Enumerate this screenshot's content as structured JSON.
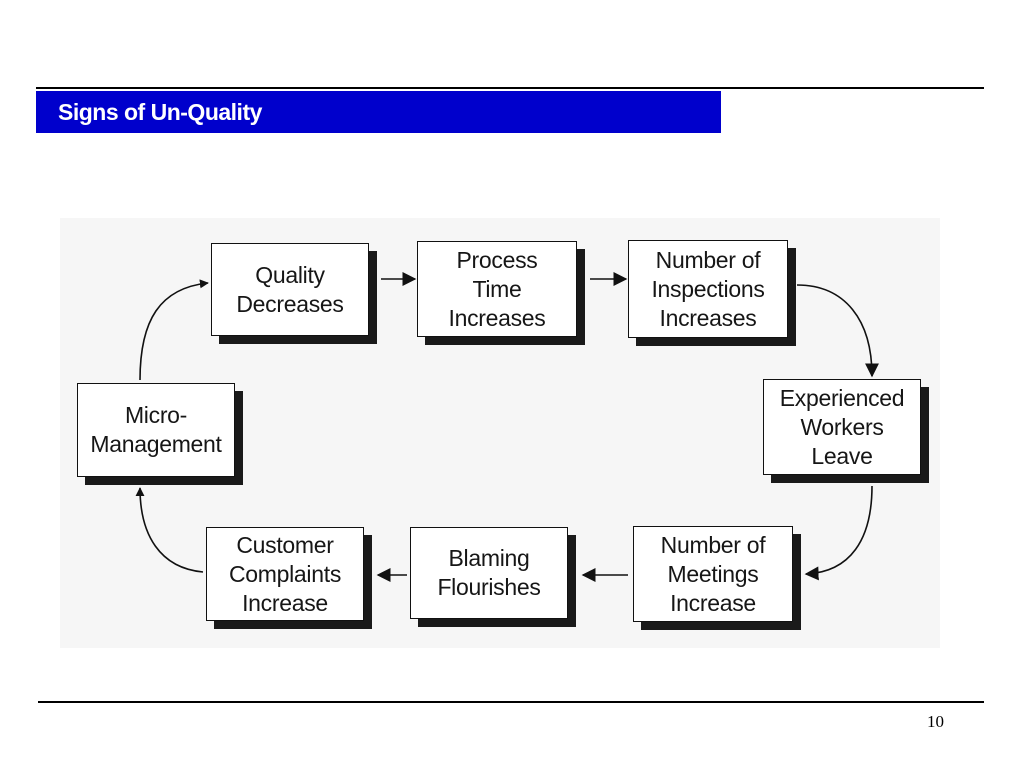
{
  "slide": {
    "title": "Signs of Un-Quality",
    "page_number": "10"
  },
  "diagram": {
    "boxes": [
      {
        "id": "quality-decreases",
        "lines": [
          "Quality",
          "Decreases"
        ]
      },
      {
        "id": "process-time-increases",
        "lines": [
          "Process",
          "Time",
          "Increases"
        ]
      },
      {
        "id": "number-of-inspections-increases",
        "lines": [
          "Number of",
          "Inspections",
          "Increases"
        ]
      },
      {
        "id": "experienced-workers-leave",
        "lines": [
          "Experienced",
          "Workers",
          "Leave"
        ]
      },
      {
        "id": "number-of-meetings-increase",
        "lines": [
          "Number of",
          "Meetings",
          "Increase"
        ]
      },
      {
        "id": "blaming-flourishes",
        "lines": [
          "Blaming",
          "Flourishes"
        ]
      },
      {
        "id": "customer-complaints-increase",
        "lines": [
          "Customer",
          "Complaints",
          "Increase"
        ]
      },
      {
        "id": "micro-management",
        "lines": [
          "Micro-",
          "Management"
        ]
      }
    ],
    "colors": {
      "title_bar": "#0000cc",
      "title_text": "#ffffff",
      "box_shadow": "#1a1a1a",
      "line": "#111111"
    }
  }
}
